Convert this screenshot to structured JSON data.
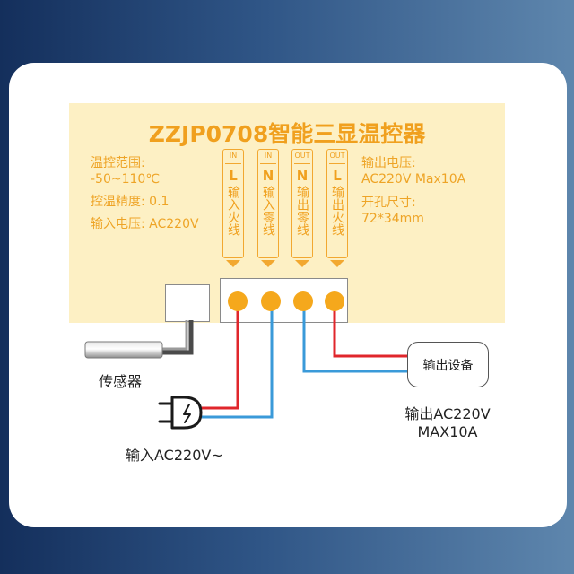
{
  "title": "ZZJP0708智能三显温控器",
  "specs_left": [
    {
      "key": "temp_range_label",
      "text": "温控范围:"
    },
    {
      "key": "temp_range_value",
      "text": "-50~110℃"
    },
    {
      "key": "accuracy",
      "text": "控温精度:  0.1"
    },
    {
      "key": "input_voltage",
      "text": "输入电压:  AC220V"
    }
  ],
  "specs_right": [
    {
      "key": "output_voltage_label",
      "text": "输出电压:"
    },
    {
      "key": "output_voltage_value",
      "text": "AC220V Max10A"
    },
    {
      "key": "cutout_label",
      "text": "开孔尺寸:"
    },
    {
      "key": "cutout_value",
      "text": "72*34mm"
    }
  ],
  "terminals": [
    {
      "dir": "IN",
      "letter": "L",
      "name": "输入火线"
    },
    {
      "dir": "IN",
      "letter": "N",
      "name": "输入零线"
    },
    {
      "dir": "OUT",
      "letter": "N",
      "name": "输出零线"
    },
    {
      "dir": "OUT",
      "letter": "L",
      "name": "输出火线"
    }
  ],
  "sensor_label": "传感器",
  "input_label": "输入AC220V~",
  "output_device_label": "输出设备",
  "output_spec_line1": "输出AC220V",
  "output_spec_line2": "MAX10A",
  "icons": [
    "power-plug-icon",
    "temperature-probe-icon"
  ],
  "colors": {
    "accent": "#f0a01e",
    "panel": "#fdf0c4",
    "live_wire": "#e0262b",
    "neutral_wire": "#3a9ad9",
    "background_dark": "#142f5c",
    "background_light": "#5e86ad"
  }
}
